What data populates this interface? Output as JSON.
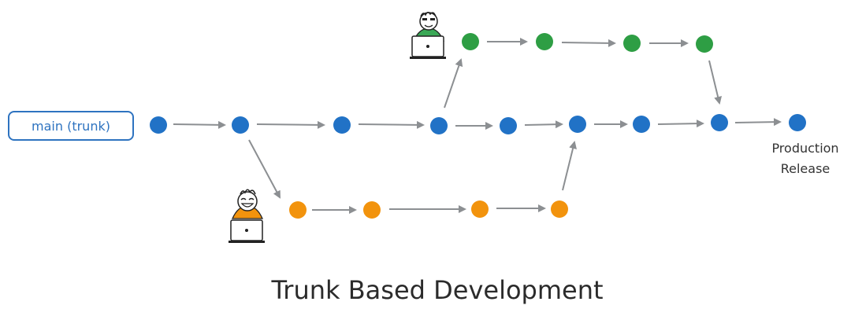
{
  "trunk_label": "main (trunk)",
  "release_label": "Production Release",
  "title": "Trunk Based Development",
  "colors": {
    "trunk": "#2172c6",
    "feature_top": "#2e9e44",
    "feature_bottom": "#f2930d",
    "arrow": "#8c8f92",
    "label_border": "#2e73c0"
  },
  "icons": [
    "developer-with-laptop-icon",
    "developer-with-laptop-icon"
  ]
}
